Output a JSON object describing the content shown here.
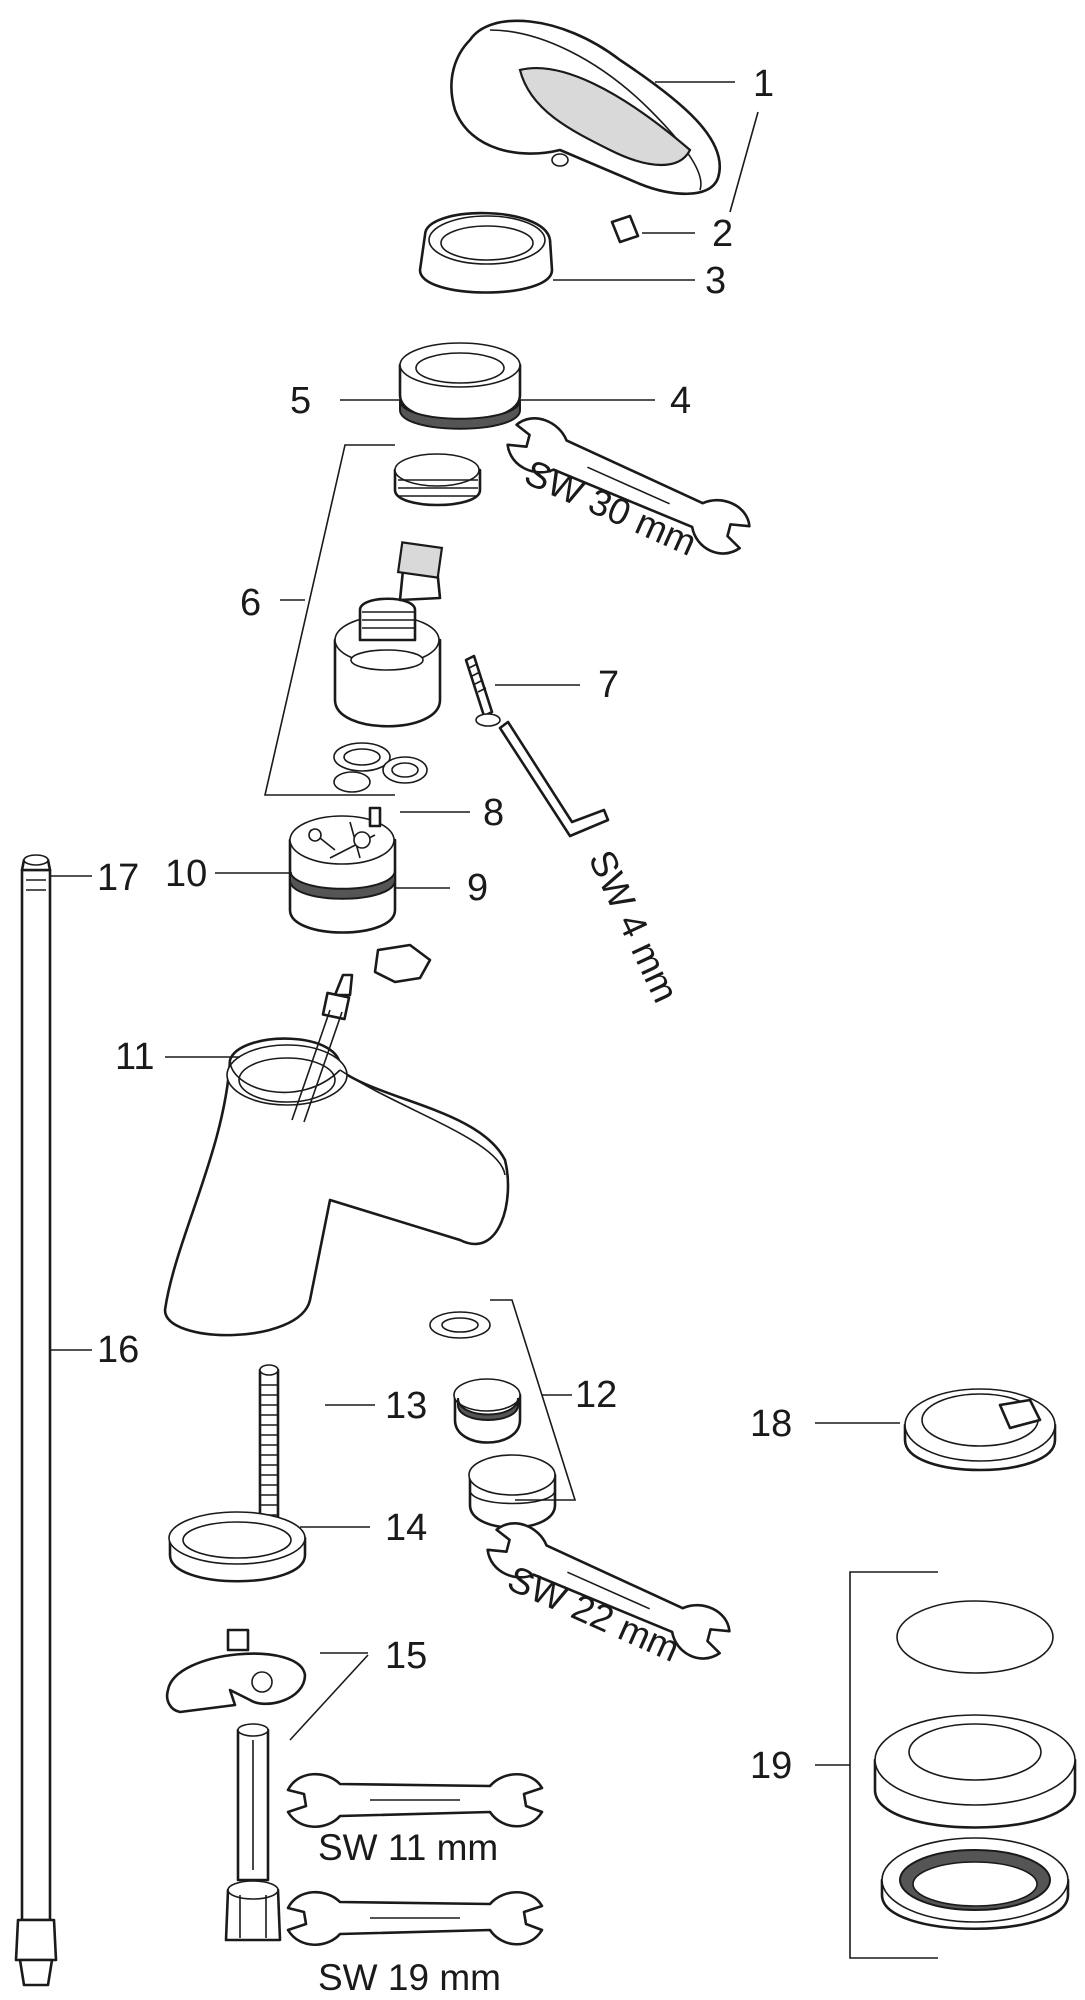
{
  "callouts": {
    "n1": "1",
    "n2": "2",
    "n3": "3",
    "n4": "4",
    "n5": "5",
    "n6": "6",
    "n7": "7",
    "n8": "8",
    "n9": "9",
    "n10": "10",
    "n11": "11",
    "n12": "12",
    "n13": "13",
    "n14": "14",
    "n15": "15",
    "n16": "16",
    "n17": "17",
    "n18": "18",
    "n19": "19"
  },
  "tools": {
    "sw30": "SW 30 mm",
    "sw4": "SW 4 mm",
    "sw22": "SW 22 mm",
    "sw11": "SW 11 mm",
    "sw19": "SW 19 mm"
  }
}
